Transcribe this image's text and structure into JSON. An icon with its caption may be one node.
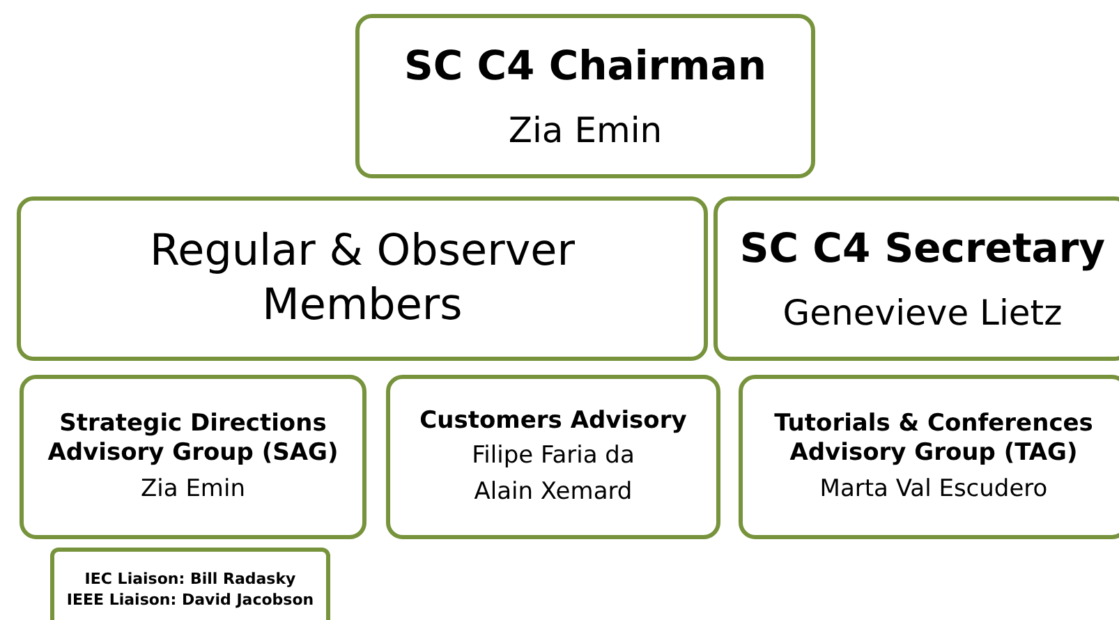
{
  "diagram": {
    "nodes": [
      {
        "text": [
          "SC C4 Chairman",
          "Zia Emin"
        ]
      },
      {
        "text": [
          "Regular & Observer Members"
        ]
      },
      {
        "text": [
          "SC C4 Secretary",
          "Genevieve Lietz"
        ]
      },
      {
        "text": [
          "Strategic Directions Advisory Group (SAG)",
          "Zia Emin"
        ]
      },
      {
        "text": [
          "Customers Advisory",
          "Filipe Faria da",
          "Alain Xemard"
        ]
      },
      {
        "text": [
          "Tutorials & Conferences Advisory Group (TAG)",
          "Marta Val Escudero"
        ]
      },
      {
        "text": [
          "IEC Liaison: Bill Radasky",
          "IEEE Liaison: David Jacobson"
        ]
      }
    ]
  }
}
